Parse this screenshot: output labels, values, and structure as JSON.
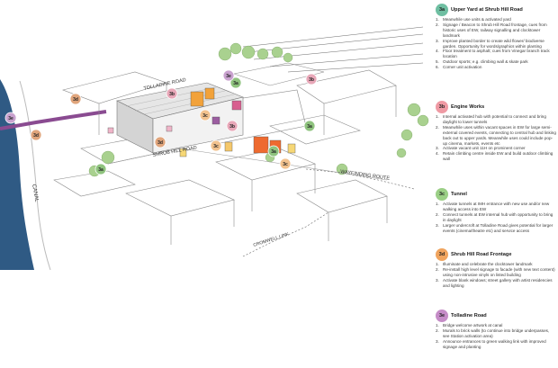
{
  "map_labels": {
    "shrub_hill_road": "SHRUB HILL ROAD",
    "tolladine_road": "TOLLADINE ROAD",
    "canal": "CANAL",
    "wayfinding_route": "WAYFINDING ROUTE",
    "cromwell_link": "CROMWELL LINK"
  },
  "markers": [
    {
      "label": "3a",
      "color": "#8fc37e"
    },
    {
      "label": "3b",
      "color": "#e8a7b8"
    },
    {
      "label": "3c",
      "color": "#f2c28e"
    },
    {
      "label": "3d",
      "color": "#e0a57c"
    },
    {
      "label": "3e",
      "color": "#c9a2cf"
    }
  ],
  "legend": [
    {
      "badge": "3a",
      "color": "#6fbfa2",
      "title": "Upper Yard at Shrub Hill Road",
      "items": [
        "Meanwhile use units & activated yard",
        "Signage / Beacon to Shrub Hill Road frontage, cues from historic uses of EW, railway signalling and clocktower landmark",
        "Improve planted border to create wild flower/ biodiverse garden. Opportunity for words/graphics within planting",
        "Floor treatment to asphalt; cues from Vinegar branch track location",
        "Outdoor sports; e.g. climbing wall & skate park",
        "Corner unit activation"
      ]
    },
    {
      "badge": "3b",
      "color": "#ef9aa4",
      "title": "Engine Works",
      "items": [
        "Internal activated hub with potential to connect and bring daylight to lower tunnels",
        "Meanwhile uses within vacant spaces in EW for large semi-external covered events, connecting to central hub and linking back out to upper yards. Meanwhile uses could include pop-up cinema, markets, events etc",
        "Activate vacant unit 11H on prominent corner",
        "Retain climbing centre inside EW and build outdoor climbing wall"
      ]
    },
    {
      "badge": "3c",
      "color": "#9bcf86",
      "title": "Tunnel",
      "items": [
        "Activate tunnels at IMH entrance with new use and/or new walking access into EW",
        "Connect tunnels at EW internal hub with opportunity to bring in daylight",
        "Larger undercroft at Tolladine Road gives potential for larger events (cinema/theatre etc) and service access"
      ]
    },
    {
      "badge": "3d",
      "color": "#f0a45e",
      "title": "Shrub Hill Road Frontage",
      "items": [
        "Illuminate and celebrate the clocktower landmark",
        "Re-install high level signage to facade (with new text content) using non-intrusive vinyls on listed building",
        "Activate blank windows; street gallery with artist residencies and lighting"
      ]
    },
    {
      "badge": "3e",
      "color": "#c58cc7",
      "title": "Tolladine Road",
      "items": [
        "Bridge welcome artwork at canal",
        "Murals to brick walls (to continue into bridge underpasses, see Station activation area)",
        "Announce entrances to green walking link with improved signage and planting"
      ]
    }
  ]
}
